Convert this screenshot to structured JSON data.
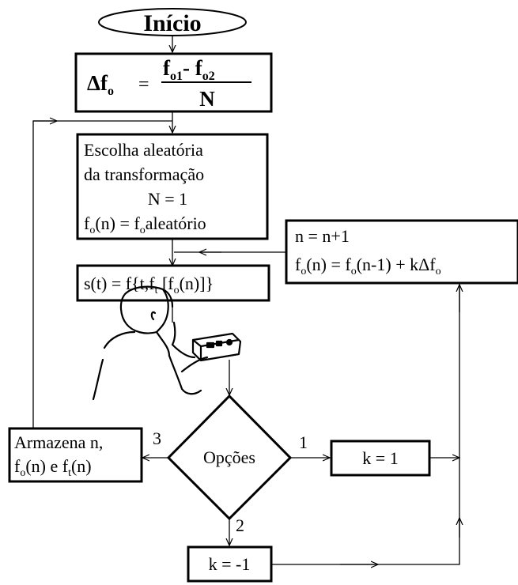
{
  "start": {
    "label": "Início"
  },
  "delta": {
    "lhs_symbol": "Δ",
    "lhs_f": "f",
    "lhs_sub": "o",
    "equals": "=",
    "num_f1": "f",
    "num_sub1": "o1",
    "num_minus": "- ",
    "num_f2": "f",
    "num_sub2": "o2",
    "denominator": "N"
  },
  "choice_box": {
    "line1": "Escolha aleatória",
    "line2": "da transformação",
    "line3": "N = 1",
    "line4_f": "f",
    "line4_sub": "o",
    "line4_mid": "(n) = f",
    "line4_sub2": "o",
    "line4_end": "aleatório"
  },
  "update_box": {
    "line1": "n = n+1",
    "l2_a": "f",
    "l2_sub1": "o",
    "l2_b": "(n) = f",
    "l2_sub2": "o",
    "l2_c": "(n-1) + kΔf",
    "l2_sub3": "o"
  },
  "signal_box": {
    "a": "s(t) = f{t,f",
    "sub_t": "t",
    "b": " [f",
    "sub_o": "o",
    "c": "(n)]}"
  },
  "decision": {
    "label": "Opções",
    "branch1": "1",
    "branch2": "2",
    "branch3": "3"
  },
  "store_box": {
    "line1": "Armazena n,",
    "l2_f": "f",
    "l2_sub1": "o",
    "l2_mid": "(n) e f",
    "l2_sub2": "t",
    "l2_end": "(n)"
  },
  "k_pos_box": {
    "label": "k = 1"
  },
  "k_neg_box": {
    "label": "k = -1"
  }
}
